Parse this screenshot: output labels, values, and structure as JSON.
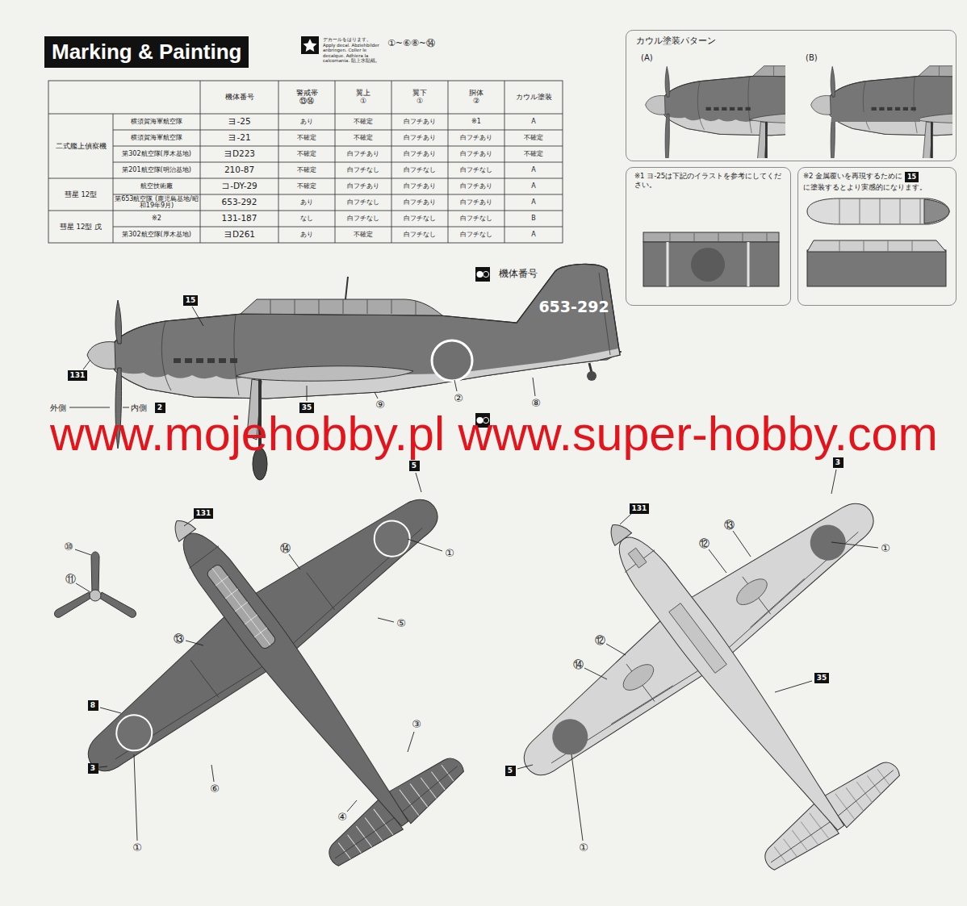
{
  "diagram": {
    "title": "Marking & Painting",
    "nodes": [
      {
        "text": [
          "カウル塗装パターン",
          "(A)",
          "(B)"
        ]
      },
      {
        "text": [
          "※1 ヨ-25は下記のイラストを参考にしてください。"
        ]
      },
      {
        "text": [
          "※2 金属覆いを再現するために",
          "に塗装するとより実感的になります。"
        ]
      },
      {
        "text": [
          "15"
        ],
        "in": 2
      },
      {
        "text": [
          "15"
        ]
      },
      {
        "text": [
          "131"
        ]
      },
      {
        "text": [
          "2"
        ]
      },
      {
        "text": [
          "35"
        ]
      },
      {
        "text": [
          "5"
        ]
      },
      {
        "text": [
          "3"
        ]
      },
      {
        "text": [
          "131"
        ]
      },
      {
        "text": [
          "131"
        ]
      },
      {
        "text": [
          "35"
        ]
      },
      {
        "text": [
          "8"
        ]
      },
      {
        "text": [
          "3"
        ]
      },
      {
        "text": [
          "5"
        ]
      }
    ],
    "labels": [
      "デカールをはります。 Apply decal. Abziehbilder anbringen. Coller le decalque. Adhiera la calcomania. 貼上水貼紙。",
      "①~⑥⑧~⑭",
      "機体番号",
      "警戒帯 ⑬⑭",
      "翼上 ①",
      "翼下 ①",
      "胴体 ②",
      "カウル塗装",
      "二式艦上偵察機",
      "彗星 12型",
      "彗星 12型 戊",
      "横須賀海軍航空隊",
      "ヨ-25",
      "あり",
      "不確定",
      "白フチあり",
      "※1",
      "A",
      "横須賀海軍航空隊",
      "ヨ-21",
      "不確定",
      "不確定",
      "白フチあり",
      "白フチあり",
      "不確定",
      "第302航空隊(厚木基地)",
      "ヨD223",
      "不確定",
      "白フチあり",
      "白フチあり",
      "白フチあり",
      "不確定",
      "第201航空隊(明治基地)",
      "210-87",
      "不確定",
      "白フチなし",
      "白フチなし",
      "白フチなし",
      "A",
      "航空技術廠",
      "コ-DY-29",
      "不確定",
      "白フチあり",
      "白フチあり",
      "白フチあり",
      "A",
      "第653航空隊 (鹿児島基地/昭和19年9月)",
      "653-292",
      "あり",
      "白フチなし",
      "白フチあり",
      "白フチあり",
      "A",
      "※2",
      "131-187",
      "なし",
      "白フチなし",
      "白フチなし",
      "白フチなし",
      "B",
      "第302航空隊(厚木基地)",
      "ヨD261",
      "あり",
      "不確定",
      "白フチなし",
      "白フチなし",
      "A",
      "機体番号",
      "653-292",
      "外側",
      "内側",
      "www.mojehobby.pl www.super-hobby.com",
      "②",
      "⑨",
      "⑧",
      "⑩",
      "⑪",
      "①",
      "⑭",
      "⑤",
      "⑬",
      "③",
      "⑥",
      "④",
      "①",
      "⑬",
      "⑫",
      "①",
      "⑫",
      "⑭",
      "①"
    ]
  }
}
